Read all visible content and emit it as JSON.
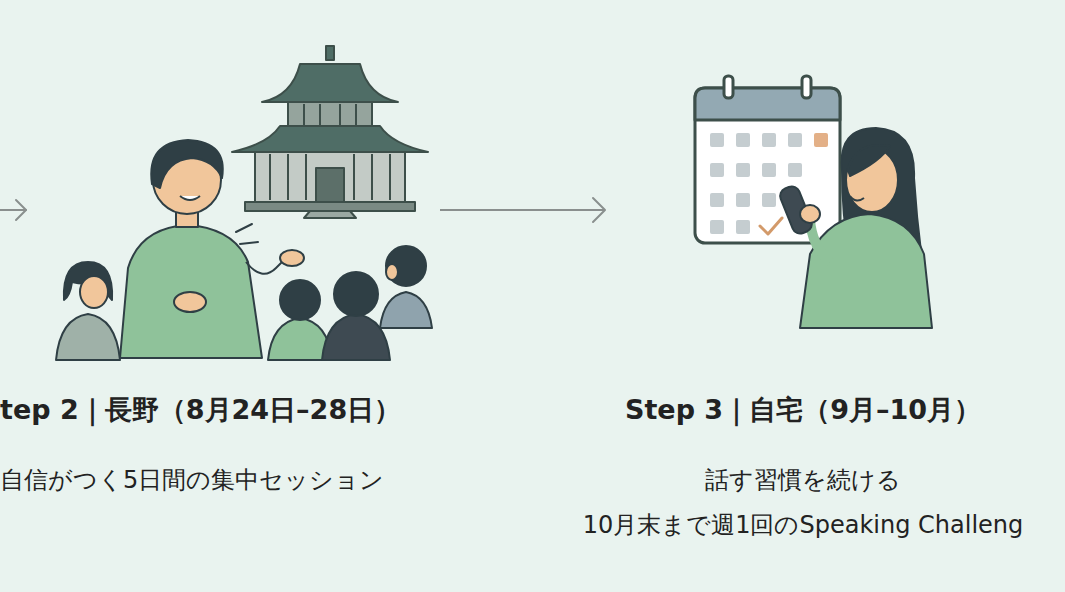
{
  "diagram": {
    "nodes": [
      {
        "text": [
          "tep 2｜長野（8月24日–28日）",
          "自信がつく5日間の集中セッション"
        ]
      },
      {
        "text": [
          "Step 3｜自宅（9月–10月）",
          "話す習慣を続ける",
          "10月末まで週1回のSpeaking Challeng"
        ]
      }
    ],
    "edges": [
      {
        "from": 0,
        "to": 1,
        "arrow": "to"
      }
    ]
  }
}
